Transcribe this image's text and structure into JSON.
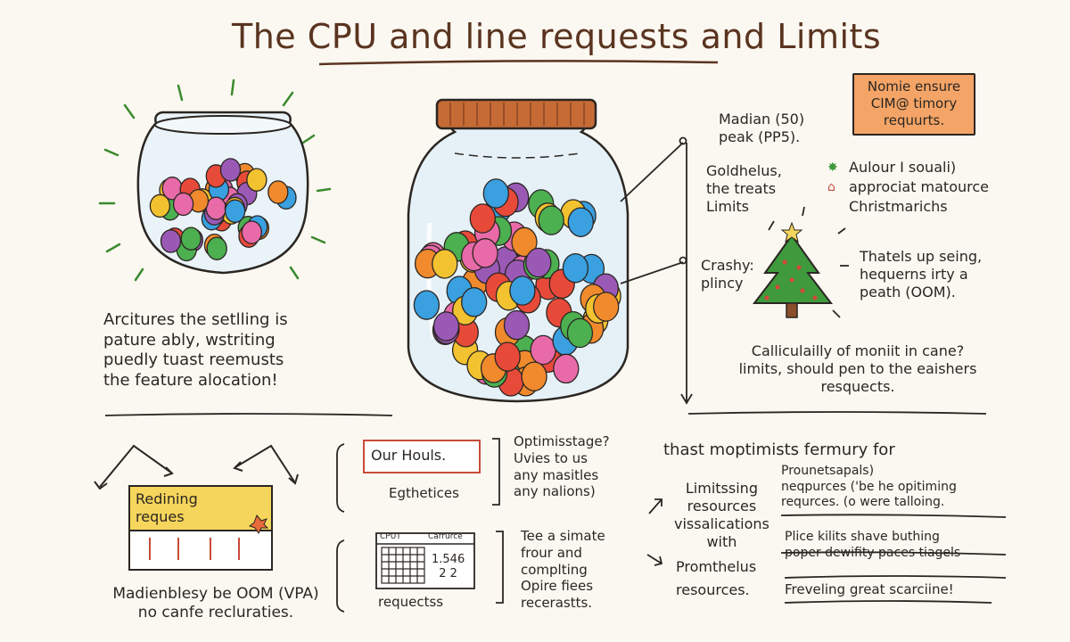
{
  "title": "The CPU and line requests and Limits",
  "left_caption": "Arcitures the setlling is\npature ably, wstriting\npuedly tuast reemusts\nthe feature alocation!",
  "note_orange": "Nomie ensure\nCIM@ timory\nrequurts.",
  "right_top": {
    "median": "Madian (50)\npeak (PP5).",
    "goldhelus": "Goldhelus,\nthe treats\nLimits",
    "aulour": "Aulour I souali)",
    "appro": "approciat matource",
    "christmas": "Christmarichs",
    "crashy": "Crashy:\nplincy",
    "thatels": "Thatels up seing,\nhequerns irty a\npeath (OOM).",
    "callic": "Calliculailly of moniit in cane?\nlimits, should pen to the eaishers\nresquects."
  },
  "bottom_left": {
    "box_label": "Redining\nreques",
    "caption": "Madienblesy be OOM (VPA)\nno canfe recluraties."
  },
  "bottom_middle": {
    "our_houls": "Our Houls.",
    "egthetices": "Egthetices",
    "optimisstage": "Optimisstage?\nUvies to us\nany masitles\nany nalions)",
    "table_head_left": "CPUT",
    "table_head_right": "Carrurce",
    "table_value": "1.546\n2 2",
    "requectss": "requectss",
    "tee": "Tee a simate\nfrour and\ncomplting\nOpire fiees\nrecerastts."
  },
  "bottom_right": {
    "header": "thast  moptimists fermury for",
    "limitssing": "Limitssing\nresources\nvissalications\nwith",
    "prounets": "Prounetsapals)\nneqpurces ('be he opitiming\nrequrces. (o were talloing.",
    "plice": "Plice kilits shave buthing\npoper dewifity paces tiagels",
    "promthelus": "Promthelus",
    "resources": "resources.",
    "freveling": "Freveling great scarciine!"
  },
  "colors": {
    "title": "#5a3420",
    "orange_note": "#f4a466",
    "yellow_box": "#f6d55c",
    "lid": "#c76b36",
    "red_box": "#c94a3a"
  }
}
